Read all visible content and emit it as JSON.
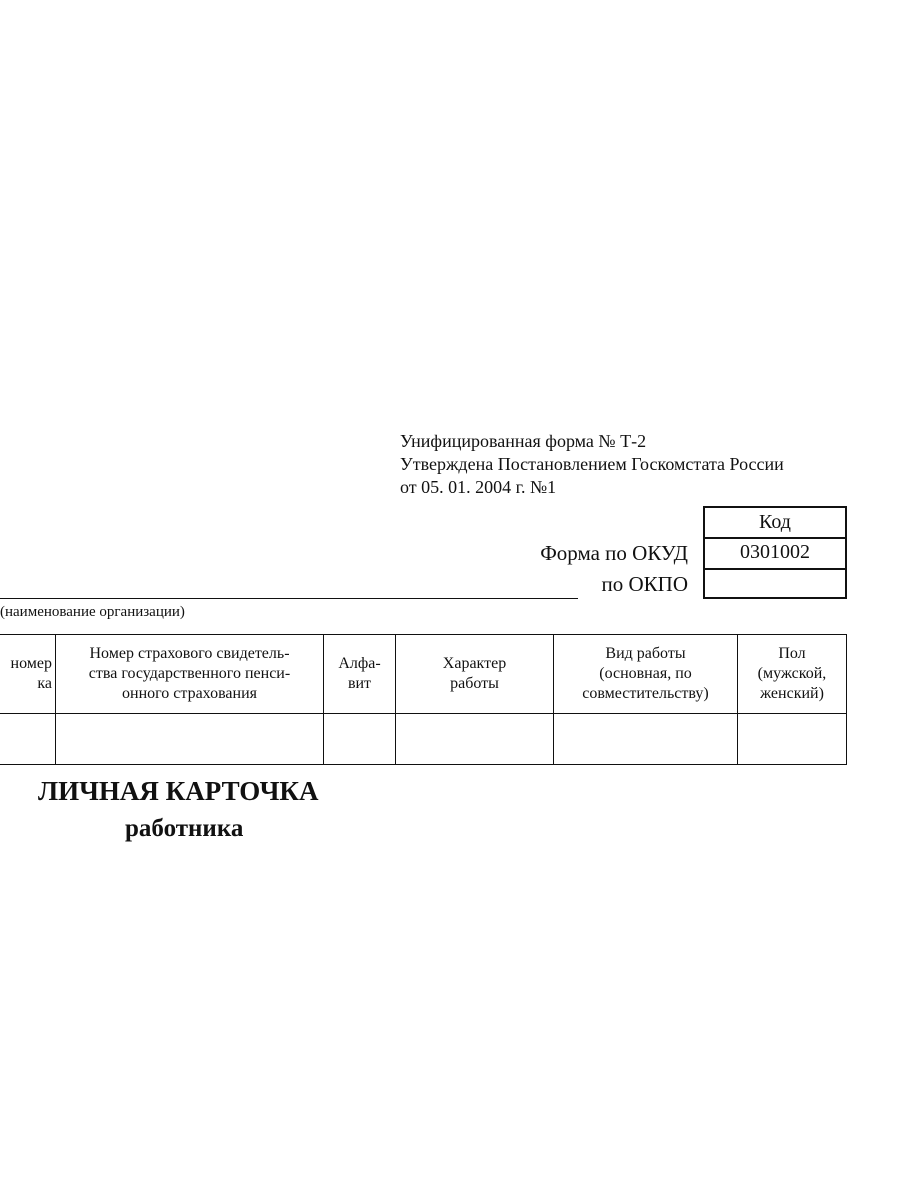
{
  "header": {
    "form_line": "Унифицированная форма № Т-2",
    "approved_line": "Утверждена Постановлением Госкомстата России",
    "date_line": "от  05. 01. 2004 г. №1"
  },
  "codes": {
    "kod_label": "Код",
    "okud_label": "Форма по ОКУД",
    "okud_value": "0301002",
    "okpo_label": "по ОКПО",
    "okpo_value": ""
  },
  "organization": {
    "caption": "(наименование организации)"
  },
  "table": {
    "columns": [
      "Табельный номер сотрудника",
      "Номер страхового свидетель-ства государственного пенси-онного страхования",
      "Алфа-вит",
      "Характер работы",
      "Вид работы (основная, по совместительству)",
      "Пол (мужской, женский)"
    ],
    "visible_headers": [
      "номер\nка",
      "Номер страхового свидетель-\nства государственного пенси-\nонного страхования",
      "Алфа-\nвит",
      "Характер\nработы",
      "Вид работы\n(основная, по\nсовместительству)",
      "Пол\n(мужской,\nженский)"
    ],
    "row_values": [
      "",
      "",
      "",
      "",
      "",
      ""
    ]
  },
  "title": {
    "main": "ЛИЧНАЯ КАРТОЧКА",
    "sub": "работника"
  }
}
